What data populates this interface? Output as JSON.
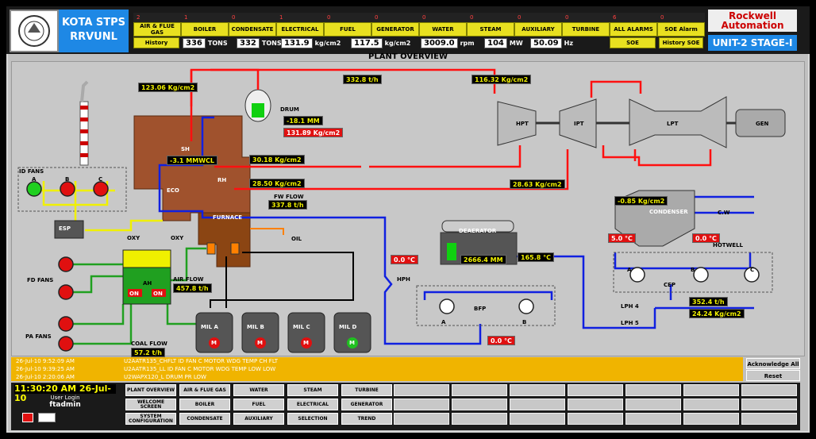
{
  "header": {
    "plant_line1": "KOTA STPS",
    "plant_line2": "RRVUNL",
    "brand_line1": "Rockwell",
    "brand_line2": "Automation",
    "unit": "UNIT-2 STAGE-I",
    "history_label": "History",
    "soe_label": "SOE",
    "history_soe_label": "History SOE",
    "alarm_buttons": [
      {
        "count": "2",
        "label": "AIR & FLUE GAS"
      },
      {
        "count": "1",
        "label": "BOILER"
      },
      {
        "count": "0",
        "label": "CONDENSATE"
      },
      {
        "count": "1",
        "label": "ELECTRICAL"
      },
      {
        "count": "0",
        "label": "FUEL"
      },
      {
        "count": "0",
        "label": "GENERATOR"
      },
      {
        "count": "0",
        "label": "WATER"
      },
      {
        "count": "0",
        "label": "STEAM"
      },
      {
        "count": "0",
        "label": "AUXILIARY"
      },
      {
        "count": "0",
        "label": "TURBINE"
      },
      {
        "count": "6",
        "label": "ALL ALARMS"
      },
      {
        "count": "0",
        "label": "SOE Alarm"
      }
    ],
    "readings": [
      {
        "value": "336",
        "unit": "TONS"
      },
      {
        "value": "332",
        "unit": "TONS"
      },
      {
        "value": "131.9",
        "unit": "kg/cm2"
      },
      {
        "value": "117.5",
        "unit": "kg/cm2"
      },
      {
        "value": "3009.0",
        "unit": "rpm"
      },
      {
        "value": "104",
        "unit": "MW"
      },
      {
        "value": "50.09",
        "unit": "Hz"
      }
    ]
  },
  "page_title": "PLANT OVERVIEW",
  "process": {
    "labels": {
      "drum": "DRUM",
      "id_fans": "ID FANS",
      "fd_fans": "FD FANS",
      "pa_fans": "PA FANS",
      "esp": "ESP",
      "oxy1": "OXY",
      "oxy2": "OXY",
      "sh": "SH",
      "eco": "ECO",
      "rh": "RH",
      "furnace": "FURNACE",
      "oil": "OIL",
      "fw_flow": "FW FLOW",
      "air_flow": "AIR FLOW",
      "coal_flow": "COAL FLOW",
      "hpt": "HPT",
      "ipt": "IPT",
      "lpt": "LPT",
      "gen": "GEN",
      "condenser": "CONDENSER",
      "cw": "C.W",
      "hotwell": "HOTWELL",
      "cep": "CEP",
      "deaerator": "DEAERATOR",
      "bfp": "BFP",
      "hph": "HPH",
      "lph4": "LPH 4",
      "lph5": "LPH 5",
      "ah": "AH",
      "on1": "ON",
      "on2": "ON",
      "mills": [
        "A",
        "B",
        "C",
        "D"
      ],
      "mill_prefix": "MIL",
      "mill_status": [
        "M",
        "M",
        "M",
        "M"
      ],
      "fan_tags": [
        "A",
        "B",
        "C"
      ],
      "bfp_tags": [
        "A",
        "B"
      ],
      "cep_tags": [
        "A",
        "B",
        "C"
      ]
    },
    "values": {
      "sh_press": "123.06 Kg/cm2",
      "ms_flow": "332.8 t/h",
      "hpt_press": "116.32 Kg/cm2",
      "drum_level": "-18.1 MM",
      "drum_press": "131.89 Kg/cm2",
      "furnace_draft": "-3.1 MMWCL",
      "crh_press": "30.18 Kg/cm2",
      "hrh_press": "28.50 Kg/cm2",
      "ipt_press": "28.63 Kg/cm2",
      "fw_flow": "337.8 t/h",
      "air_flow": "457.8 t/h",
      "coal_flow": "57.2 t/h",
      "cond_vac": "-0.85 Kg/cm2",
      "cond_temp1": "5.0 °C",
      "cond_temp2": "0.0 °C",
      "hph_temp": "0.0 °C",
      "dea_level": "2666.4 MM",
      "dea_temp": "165.8 °C",
      "bfp_temp": "0.0 °C",
      "cep_flow": "352.4 t/h",
      "cep_press": "24.24 Kg/cm2"
    }
  },
  "alarms": [
    {
      "time": "26-Jul-10 9:52:09 AM",
      "text": "U2AATR135_CHFLT ID FAN C MOTOR WDG TEMP CH FLT"
    },
    {
      "time": "26-Jul-10 9:39:25 AM",
      "text": "U2AATR135_LL ID FAN C MOTOR WDG TEMP LOW LOW"
    },
    {
      "time": "26-Jul-10 2:20:06 AM",
      "text": "U2WAPX120_L DRUM PR LOW"
    }
  ],
  "alarm_actions": {
    "ack": "Acknowledge All",
    "reset": "Reset"
  },
  "footer": {
    "clock": "11:30:20 AM 26-Jul-10",
    "user_login_label": "User Login",
    "user": "ftadmin",
    "nav": [
      [
        "PLANT OVERVIEW",
        "AIR & FLUE GAS",
        "WATER",
        "STEAM",
        "TURBINE"
      ],
      [
        "WELCOME SCREEN",
        "BOILER",
        "FUEL",
        "ELECTRICAL",
        "GENERATOR"
      ],
      [
        "SYSTEM CONFIGURATION",
        "CONDENSATE",
        "AUXILIARY",
        "SELECTION",
        "TREND"
      ]
    ]
  },
  "colors": {
    "steam": "#ff1010",
    "water": "#1020e0",
    "air": "#f0f000",
    "green": "#20a020",
    "boiler": "#a0522d"
  }
}
